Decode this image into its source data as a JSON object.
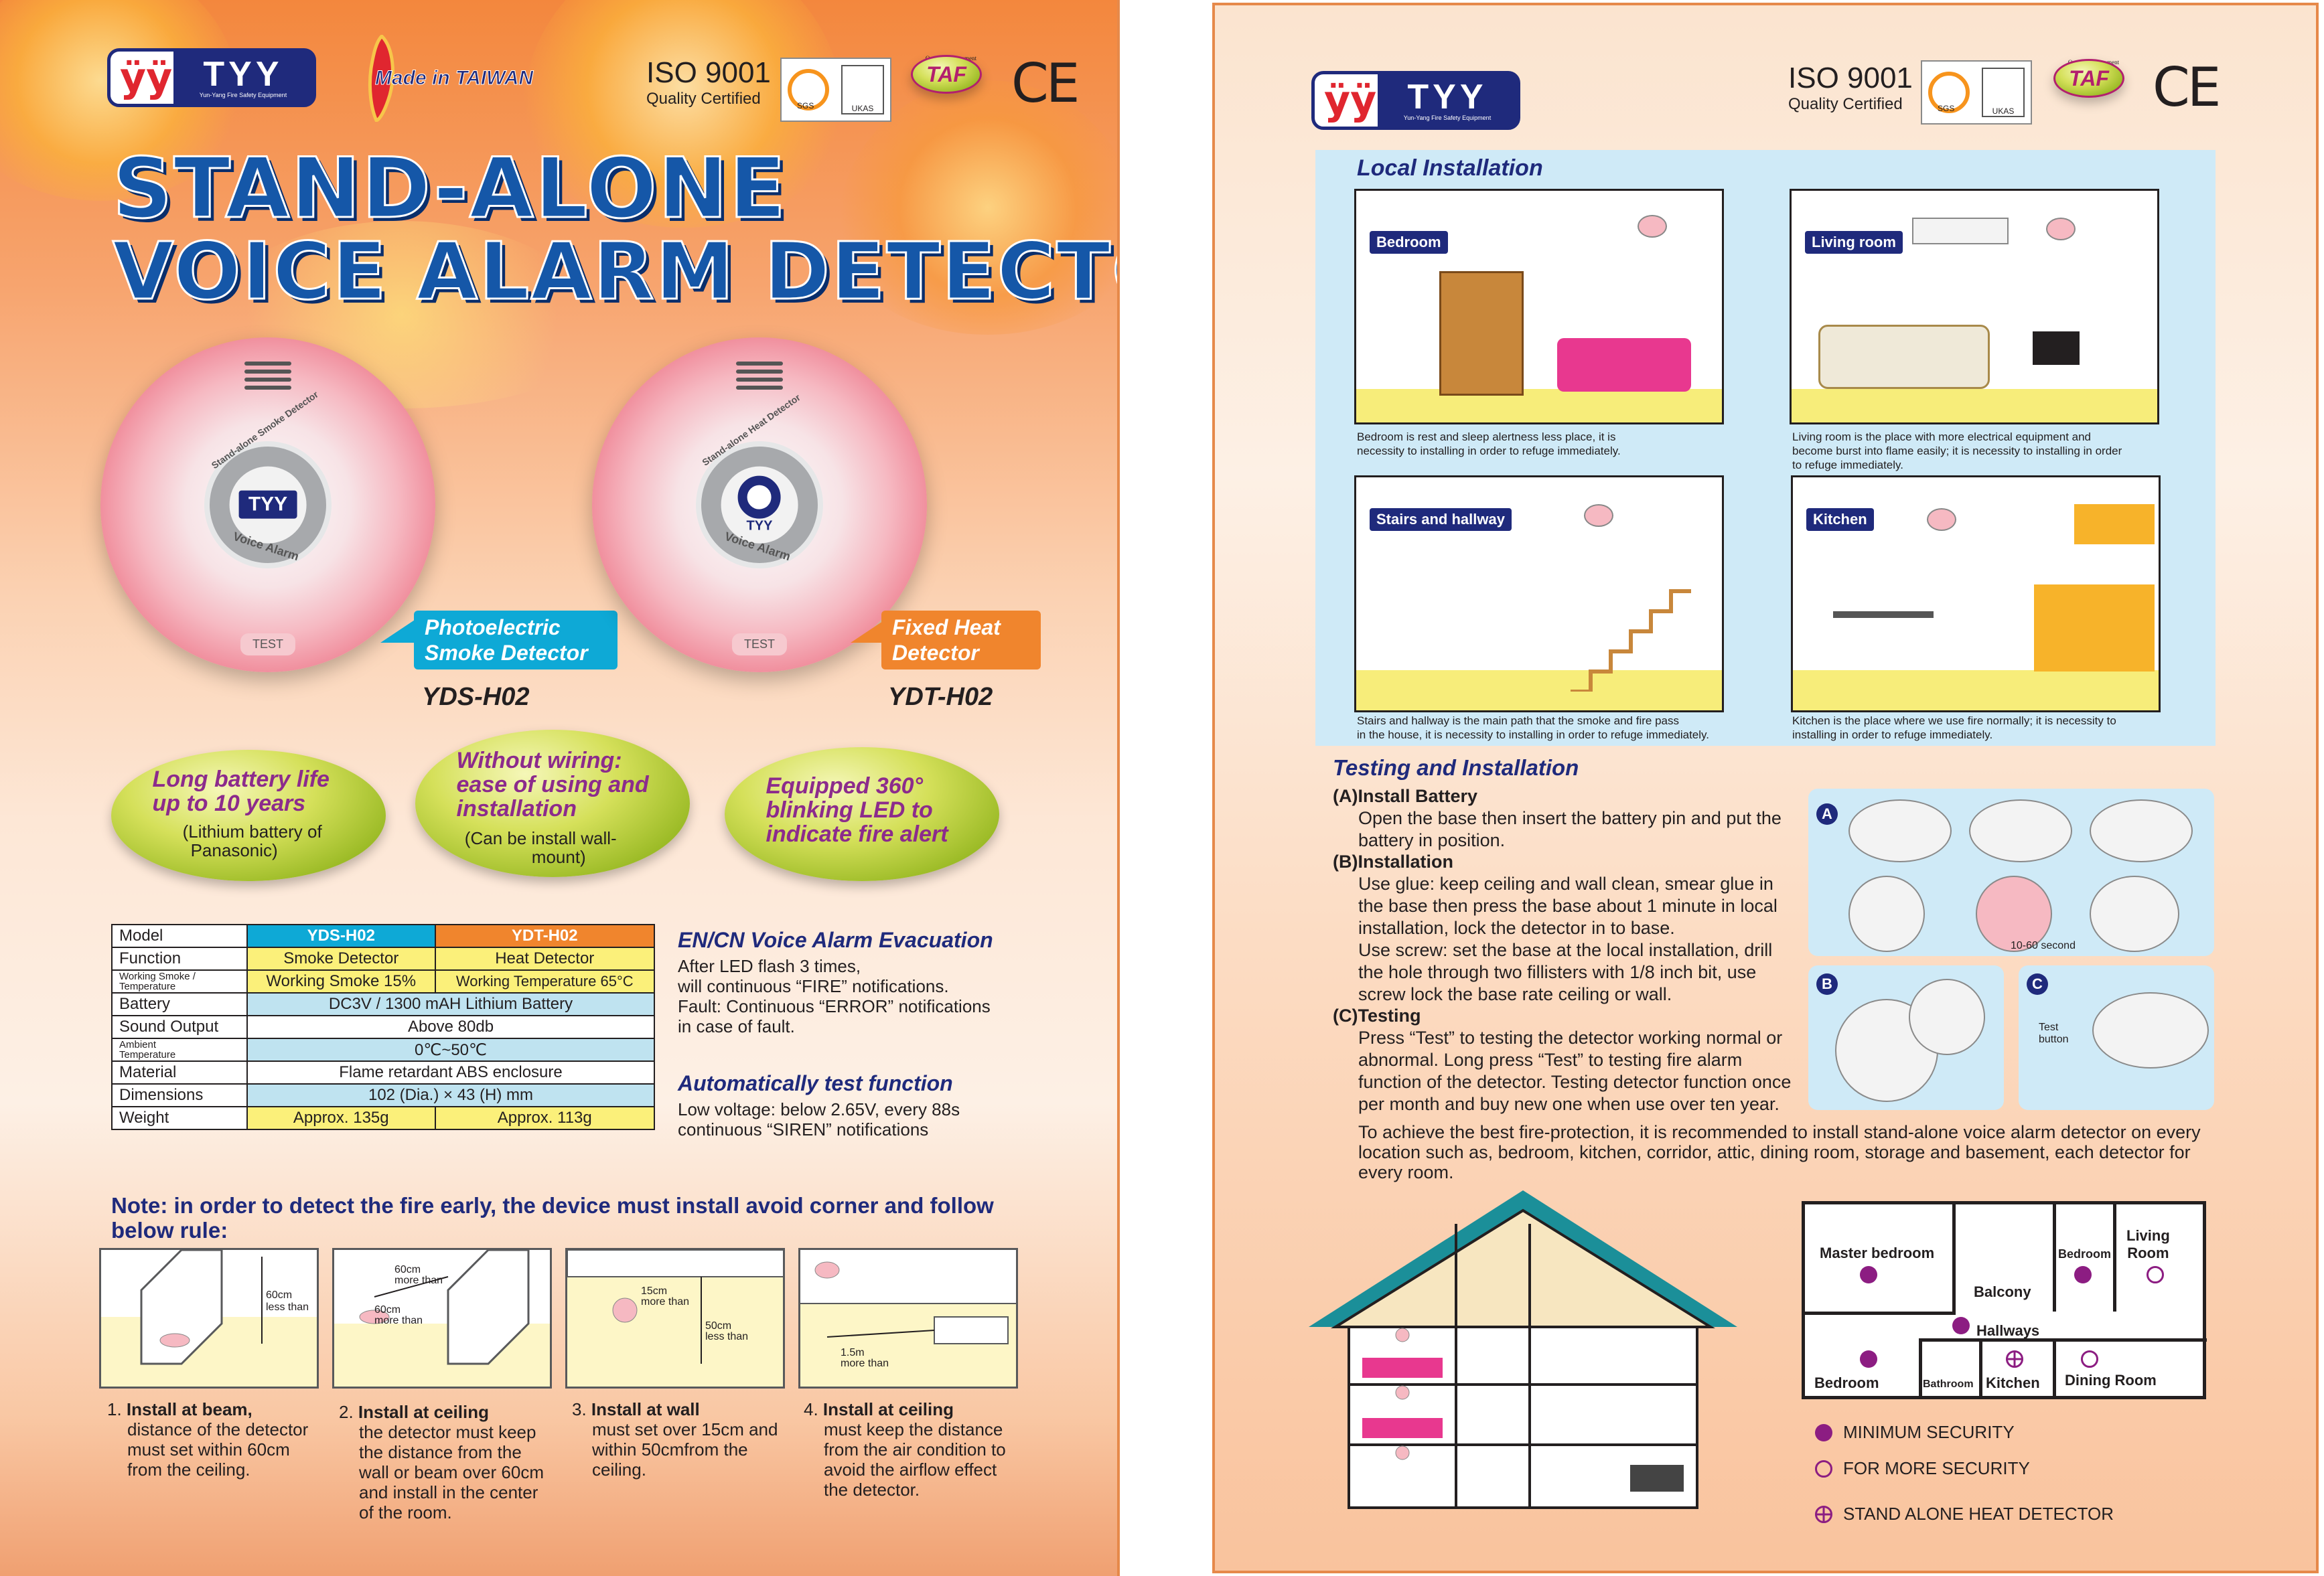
{
  "left": {
    "brand": {
      "mark": "ÿÿ",
      "name": "TYY",
      "tagline": "Yun-Yang Fire Safety Equipment"
    },
    "made_in": "Made in TAIWAN",
    "iso": {
      "title": "ISO 9001",
      "subtitle": "Quality Certified"
    },
    "cert_labels": {
      "sgs": "SGS",
      "ukas": "UKAS"
    },
    "taf": {
      "label": "TAF",
      "text1": "Quality Management",
      "text2": "QC001"
    },
    "ce": "CE",
    "title_line1": "STAND-ALONE",
    "title_line2": "VOICE ALARM DETECTOR",
    "detector1": {
      "ring_text": "Stand-alone Smoke Detector",
      "badge": "TYY",
      "voice": "Voice Alarm",
      "test": "TEST",
      "callout_l1": "Photoelectric",
      "callout_l2": "Smoke Detector",
      "model": "YDS-H02"
    },
    "detector2": {
      "ring_text": "Stand-alone Heat Detector",
      "badge": "TYY",
      "voice": "Voice Alarm",
      "test": "TEST",
      "callout_l1": "Fixed Heat",
      "callout_l2": "Detector",
      "model": "YDT-H02"
    },
    "features": [
      {
        "h1": "Long battery life",
        "h2": "up to 10 years",
        "s1": "(Lithium battery of",
        "s2": "Panasonic)"
      },
      {
        "h1": "Without wiring:",
        "h2": "ease of using and",
        "h3": "installation",
        "s1": "(Can be install wall-",
        "s2": "mount)"
      },
      {
        "h1": "Equipped 360°",
        "h2": "blinking LED to",
        "h3": "indicate fire alert"
      }
    ],
    "spec": {
      "header": {
        "k": "Model",
        "a": "YDS-H02",
        "b": "YDT-H02"
      },
      "function": {
        "k": "Function",
        "a": "Smoke Detector",
        "b": "Heat Detector"
      },
      "working": {
        "k1": "Working Smoke /",
        "k2": "Temperature",
        "a": "Working Smoke 15%",
        "b": "Working Temperature 65°C"
      },
      "battery": {
        "k": "Battery",
        "v": "DC3V / 1300 mAH Lithium Battery"
      },
      "sound": {
        "k": "Sound Output",
        "v": "Above 80db"
      },
      "ambient": {
        "k1": "Ambient",
        "k2": "Temperature",
        "v": "0℃~50℃"
      },
      "material": {
        "k": "Material",
        "v": "Flame retardant ABS enclosure"
      },
      "dimensions": {
        "k": "Dimensions",
        "v": "102 (Dia.) × 43 (H) mm"
      },
      "weight": {
        "k": "Weight",
        "a": "Approx. 135g",
        "b": "Approx. 113g"
      }
    },
    "evac": {
      "title": "EN/CN Voice Alarm Evacuation",
      "l1": "After LED flash 3 times,",
      "l2": "will continuous “FIRE” notifications.",
      "l3": "Fault: Continuous “ERROR” notifications",
      "l4": "in case of fault."
    },
    "autotest": {
      "title": "Automatically test function",
      "l1": "Low voltage: below 2.65V, every 88s",
      "l2": "continuous “SIREN” notifications"
    },
    "note": {
      "l1": "Note: in order to detect the fire early, the device must install avoid corner and follow",
      "l2": "below rule:"
    },
    "diagrams": [
      {
        "a": "60cm",
        "b": "less than"
      },
      {
        "a": "60cm",
        "b": "more than",
        "c": "60cm",
        "d": "more than"
      },
      {
        "a": "15cm",
        "b": "more than",
        "c": "50cm",
        "d": "less than"
      },
      {
        "a": "1.5m",
        "b": "more than"
      }
    ],
    "steps": [
      {
        "num": "1.",
        "title": "Install at beam",
        "sep": ",",
        "l1": "distance of the detector",
        "l2": "must set within 60cm",
        "l3": "from the ceiling."
      },
      {
        "num": "2.",
        "title": "Install at ceiling",
        "l1": "the detector must keep",
        "l2": "the distance from the",
        "l3": "wall or beam over 60cm",
        "l4": "and install in the center",
        "l5": "of the room."
      },
      {
        "num": "3.",
        "title": "Install at wall",
        "l1": "must set over 15cm and",
        "l2": "within 50cmfrom the",
        "l3": "ceiling."
      },
      {
        "num": "4.",
        "title": "Install at ceiling",
        "l1": "must keep the distance",
        "l2": "from the air condition to",
        "l3": "avoid the airflow effect",
        "l4": "the detector."
      }
    ]
  },
  "right": {
    "brand": {
      "mark": "ÿÿ",
      "name": "TYY",
      "tagline": "Yun-Yang Fire Safety Equipment"
    },
    "iso": {
      "title": "ISO 9001",
      "subtitle": "Quality Certified"
    },
    "cert_labels": {
      "sgs": "SGS",
      "ukas": "UKAS"
    },
    "taf": {
      "label": "TAF",
      "text1": "Quality Management",
      "text2": "QC001"
    },
    "ce": "CE",
    "local_title": "Local Installation",
    "rooms": [
      {
        "tag": "Bedroom",
        "c1": "Bedroom is rest and sleep alertness less place, it is",
        "c2": "necessity to installing in order to refuge immediately."
      },
      {
        "tag": "Living room",
        "c1": "Living room is the place with more electrical equipment and",
        "c2": "become burst into flame easily; it is necessity to installing in order",
        "c3": "to refuge immediately."
      },
      {
        "tag": "Stairs and hallway",
        "c1": "Stairs and hallway is the main path that the smoke and fire pass",
        "c2": "in the house, it is necessity to installing in order to refuge immediately."
      },
      {
        "tag": "Kitchen",
        "c1": "Kitchen is the place where we use fire normally; it is necessity to",
        "c2": "installing in order to refuge immediately."
      }
    ],
    "testing_title": "Testing and Installation",
    "a": {
      "head": "(A)Install Battery",
      "l1": "Open the base then insert the battery pin and put the",
      "l2": "battery in position."
    },
    "b": {
      "head": "(B)Installation",
      "l1": "Use glue: keep ceiling and wall clean, smear glue in",
      "l2": "the base then press the base about 1 minute in local",
      "l3": "installation, lock the detector in to base.",
      "l4": "Use screw: set the base at the local installation, drill",
      "l5": "the hole through two fillisters with 1/8 inch bit, use",
      "l6": "screw lock the base rate ceiling or wall."
    },
    "c": {
      "head": "(C)Testing",
      "l1": "Press “Test” to testing the detector working normal or",
      "l2": "abnormal. Long press “Test” to testing fire alarm",
      "l3": "function of the detector. Testing detector function once",
      "l4": "per month and buy new one when use over ten year."
    },
    "step_labels": {
      "a": "A",
      "b": "B",
      "c": "C",
      "seconds": "10-60 second",
      "test_btn1": "Test",
      "test_btn2": "button"
    },
    "advice": {
      "l1": "To achieve the best fire-protection, it is recommended to install stand-alone voice alarm detector on every",
      "l2": "location such as, bedroom, kitchen, corridor, attic, dining room, storage and basement, each detector for",
      "l3": "every room."
    },
    "plan": {
      "master": "Master bedroom",
      "bedroom_small": "Bedroom",
      "living1": "Living",
      "living2": "Room",
      "balcony": "Balcony",
      "hallways": "Hallways",
      "bedroom": "Bedroom",
      "bathroom": "Bathroom",
      "kitchen": "Kitchen",
      "dining": "Dining Room"
    },
    "legend": {
      "min": "MINIMUM SECURITY",
      "more": "FOR MORE SECURITY",
      "heat": "STAND ALONE HEAT DETECTOR"
    },
    "colors": {
      "accent": "#8c1d82",
      "navy": "#1f2a7c"
    }
  }
}
